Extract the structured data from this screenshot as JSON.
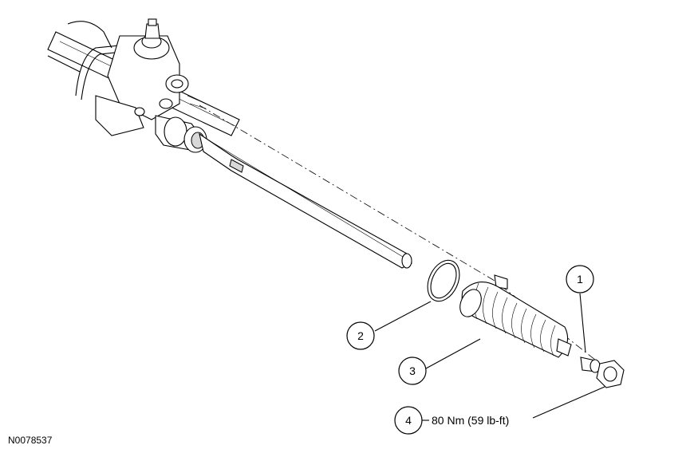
{
  "figure_id": "N0078537",
  "callouts": [
    {
      "number": "1"
    },
    {
      "number": "2"
    },
    {
      "number": "3"
    },
    {
      "number": "4"
    }
  ],
  "torque_spec": "80 Nm (59 lb-ft)"
}
